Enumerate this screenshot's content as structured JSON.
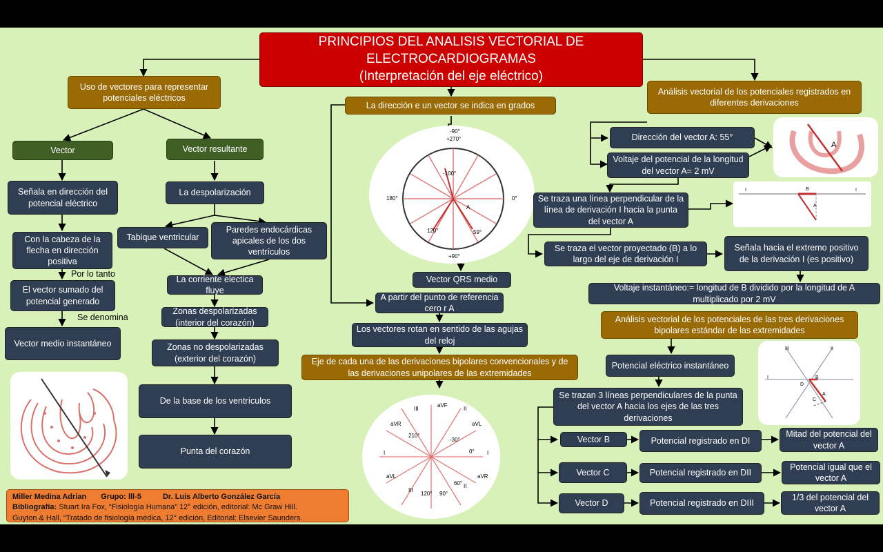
{
  "title": {
    "line1": "PRINCIPIOS DEL ANALISIS VECTORIAL DE",
    "line2": "ELECTROCARDIOGRAMAS",
    "line3": "(Interpretación del eje eléctrico)"
  },
  "left": {
    "uso": "Uso de vectores para representar potenciales eléctricos",
    "vector": "Vector",
    "senala": "Señala en dirección del potencial eléctrico",
    "cabeza": "Con la cabeza de la flecha en dirección positiva",
    "por_lo_tanto": "Por lo tanto",
    "sumado": "El vector sumado del potencial generado",
    "se_denomina": "Se denomina",
    "medio_inst": "Vector medio instantáneo",
    "resultante": "Vector resultante",
    "despol": "La despolarización",
    "tabique": "Tabique ventricular",
    "paredes": "Paredes endocárdicas apicales de los dos ventrículos",
    "corriente": "La corriente electica fluye",
    "zonas_desp": "Zonas despolarizadas (interior del corazón)",
    "zonas_no": "Zonas no despolarizadas (exterior del corazón)",
    "base": "De la base de los ventrículos",
    "punta": "Punta del corazón"
  },
  "center": {
    "direccion": "La dirección e un vector se indica en grados",
    "qrs": "Vector QRS medio",
    "partir": "A partir del punto de referencia cero r A",
    "rotan": "Los vectores rotan en sentido de las agujas del reloj",
    "eje": "Eje de cada una de las derivaciones bipolares convencionales y de las derivaciones unipolares de las extremidades"
  },
  "circle1": {
    "top1": "-90°",
    "top2": "+270°",
    "left": "180°",
    "right": "0°",
    "bottom": "+90°",
    "m100": "-100°",
    "l120": "120°",
    "l59": "59°",
    "A": "A"
  },
  "circle2": {
    "aVF": "aVF",
    "III_t": "III",
    "II_t": "II",
    "aVR_t": "aVR",
    "aVL_t": "aVL",
    "d210": "210°",
    "m30": "-30°",
    "d0": "0°",
    "I_l": "I",
    "I_r": "I",
    "aVL_b": "aVL",
    "aVR_b": "aVR",
    "II_b": "II",
    "III_b": "III",
    "d120": "120°",
    "d90": "90°",
    "d60": "60°"
  },
  "right": {
    "analisis1": "Análisis vectorial de los potenciales registrados en diferentes derivaciones",
    "dir_a": "Dirección del vector A: 55°",
    "volt_a": "Voltaje del potencial de la longitud del vector A= 2 mV",
    "perpendicular": "Se traza una línea perpendicular de la línea de derivación I hacia la punta del vector A",
    "proyectado": "Se traza el vector proyectado (B) a lo largo del eje de derivación I",
    "senala_ext": "Señala hacia el extremo positivo de la derivación I (es positivo)",
    "volt_inst": "Voltaje instantáneo:= longitud de B dividido por la longitud de A multiplicado por 2 mV",
    "analisis2": "Análisis vectorial de los potenciales de las tres derivaciones bipolares estándar de las extremidades",
    "pot_inst": "Potencial eléctrico instantáneo",
    "trazan": "Se trazan 3 líneas perpendiculares de la punta del vector A hacia los ejes de las tres derivaciones",
    "vec_b": "Vector B",
    "reg_di": "Potencial registrado en DI",
    "mitad": "Mitad del potencial del vector  A",
    "vec_c": "Vector C",
    "reg_dii": "Potencial registrado en DII",
    "igual": "Potencial igual que el vector  A",
    "vec_d": "Vector D",
    "reg_diii": "Potencial registrado en DIII",
    "tercio": "1/3 del potencial del vector  A",
    "fig_a": "A",
    "fig_b": "B",
    "fig_b_a": "A",
    "fig_i1": "I",
    "fig_i2": "I",
    "fig3_I": "I",
    "fig3_II": "II",
    "fig3_III": "III",
    "fig3_A": "A",
    "fig3_B": "B",
    "fig3_C": "C",
    "fig3_D": "D"
  },
  "credits": {
    "name": "Miller Medina Adrian",
    "grupo": "Grupo: lll-5",
    "dr": "Dr. Luis Alberto González García",
    "biblio_label": "Bibliografía:",
    "biblio1": " Stuart Ira Fox, “Fisiología Humana” 12° edición, editorial: Mc Graw Hill.",
    "biblio2": "Guyton & Hall, “Tratado de fisiología médica, 12° edición, Editorial: Elsevier Saunders."
  }
}
